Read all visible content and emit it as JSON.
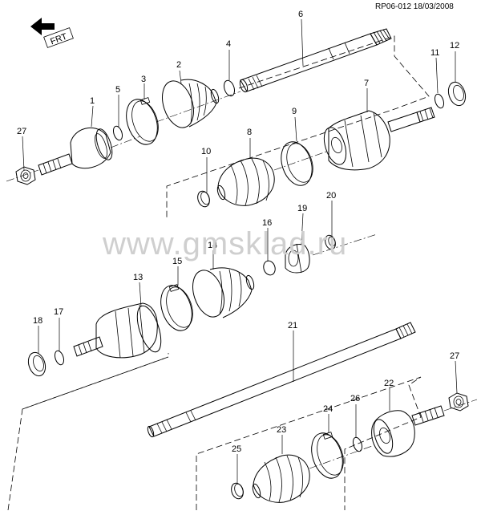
{
  "header": {
    "ref": "RP06-012 18/03/2008"
  },
  "watermark": "www.gmsklad.ru",
  "orientation": {
    "text": "FRT"
  },
  "labels": {
    "p1": "1",
    "p2": "2",
    "p3": "3",
    "p4": "4",
    "p5": "5",
    "p6": "6",
    "p7": "7",
    "p8": "8",
    "p9": "9",
    "p10": "10",
    "p11": "11",
    "p12": "12",
    "p13": "13",
    "p14": "14",
    "p15": "15",
    "p16": "16",
    "p17": "17",
    "p18": "18",
    "p19": "19",
    "p20": "20",
    "p21": "21",
    "p22": "22",
    "p23": "23",
    "p24": "24",
    "p25": "25",
    "p26": "26",
    "p27a": "27",
    "p27b": "27"
  },
  "colors": {
    "line": "#000000",
    "watermark": "#cfcfcf",
    "background": "#ffffff"
  }
}
